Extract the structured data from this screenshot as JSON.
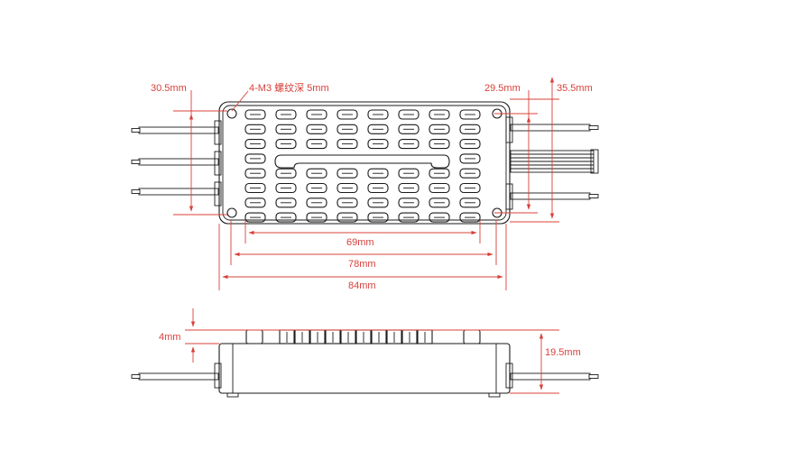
{
  "colors": {
    "dimension": "#d8403a",
    "outline": "#1a1a1a",
    "background": "#ffffff"
  },
  "labels": {
    "hole_spec": "4-M3 螺纹深 5mm",
    "left_height": "30.5mm",
    "right_inner": "29.5mm",
    "right_outer": "35.5mm",
    "width_inner": "69mm",
    "width_mid": "78mm",
    "width_outer": "84mm",
    "side_cap": "4mm",
    "side_height": "19.5mm"
  },
  "top_view": {
    "vent_rows": 8,
    "vent_cols": 8
  },
  "side_view": {
    "fins": 10
  }
}
